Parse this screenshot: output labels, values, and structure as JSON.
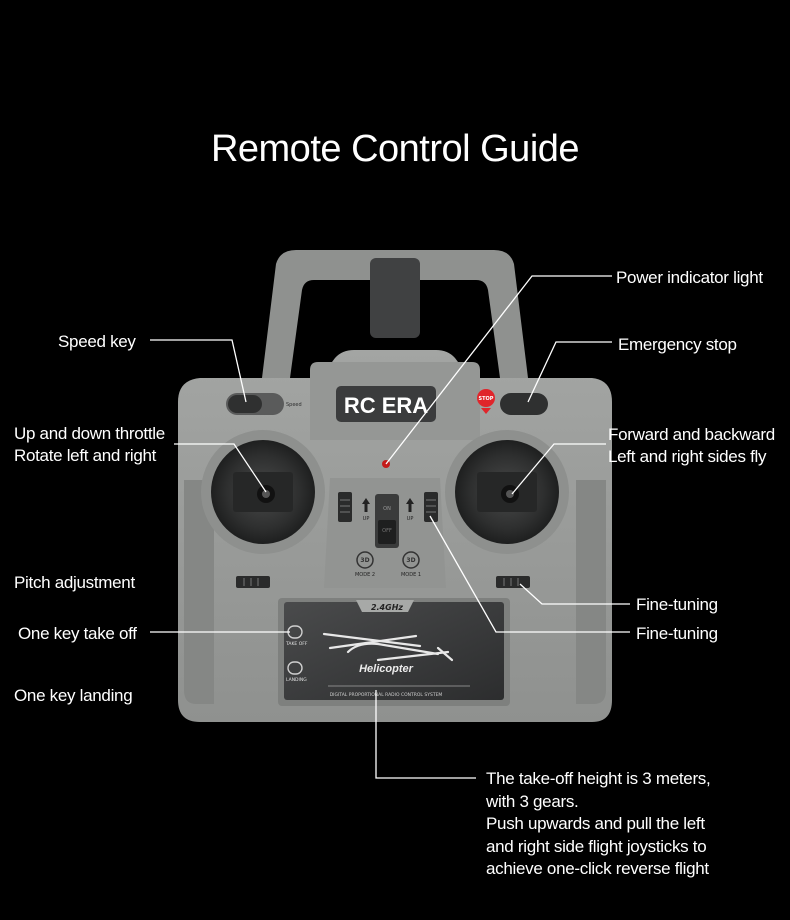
{
  "title": "Remote Control Guide",
  "labels": {
    "power_indicator": "Power indicator light",
    "speed_key": "Speed key",
    "emergency_stop": "Emergency stop",
    "throttle_line1": "Up and down throttle",
    "throttle_line2": "Rotate left and right",
    "direction_line1": "Forward and backward",
    "direction_line2": "Left and right sides fly",
    "pitch_adjustment": "Pitch adjustment",
    "fine_tuning_1": "Fine-tuning",
    "fine_tuning_2": "Fine-tuning",
    "one_key_takeoff": "One key take off",
    "one_key_landing": "One key  landing",
    "note_line1": "The take-off height is 3 meters,",
    "note_line2": "with 3 gears.",
    "note_line3": "Push upwards and pull the left",
    "note_line4": "and right side flight joysticks to",
    "note_line5": "achieve one-click reverse flight"
  },
  "device": {
    "brand": "RC ERA",
    "stop_badge": "STOP",
    "band": "2.4GHz",
    "plate_name": "Helicopter",
    "plate_footer": "DIGITAL PROPORTIONAL RADIO CONTROL SYSTEM",
    "takeoff_btn": "TAKE OFF",
    "landing_btn": "LANDING",
    "mode2": "MODE 2",
    "mode1": "MODE 1",
    "mode_badge": "3D",
    "up_left": "UP",
    "up_right": "UP",
    "switch_on": "ON",
    "switch_off": "OFF",
    "speed_label": "Speed"
  },
  "colors": {
    "background": "#000000",
    "body": "#9a9c9a",
    "body_dark": "#7f817f",
    "plate": "#3a3b3c",
    "stop_red": "#e0252b",
    "indicator": "#c41a1a"
  }
}
